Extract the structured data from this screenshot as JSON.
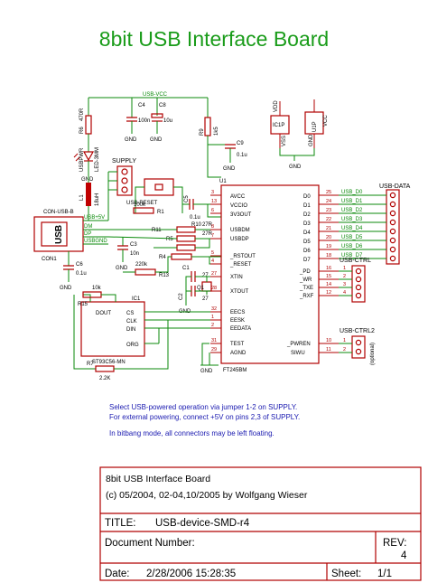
{
  "title": "8bit USB Interface Board",
  "components": {
    "r6": "R6",
    "r6_val": "470R",
    "led": "LED-3MM",
    "led_name": "USBPWR",
    "l1": "L1",
    "l1_val": "18uH",
    "c4": "C4",
    "c8": "C8",
    "c4_val": "100n",
    "c8_val": "10u",
    "r9": "R9",
    "r9_val": "1k5",
    "c9": "C9",
    "c9_val": "0.1u",
    "ic1p": "IC1P",
    "vdd": "VDD",
    "vss": "VSS",
    "u1p": "U1P",
    "vcc": "VCC",
    "gnd": "GND",
    "supply": "SUPPLY",
    "usb_reset": "USB-RESET",
    "r1": "R1",
    "r1_val": "100k",
    "c5": "C5",
    "c5_val": "0.1u",
    "r10": "R10",
    "r10_val": "27R",
    "r5": "R5",
    "r5_val": "27R",
    "r11": "R11",
    "c3": "C3",
    "c3_val": "10n",
    "r4": "R4",
    "r4_val": "220k",
    "r13": "R13",
    "c1": "C1",
    "c1_val": "27",
    "c2": "C2",
    "c2_val": "27",
    "q1": "Q1",
    "c6": "C6",
    "c6_val": "0.1u",
    "r15": "R15",
    "r15_val": "10k",
    "r7": "R7",
    "r7_val": "2.2K",
    "con_usb": "CON-USB-B",
    "con1": "CON1",
    "usb": "USB",
    "ic1": "IC1",
    "ic1_part": "ST93C56-MN",
    "ic1_pins": [
      "DOUT",
      "CS",
      "CLK",
      "DIN",
      "ORG"
    ],
    "u1": "U1",
    "u1_part": "FT245BM",
    "u1_left_pins": [
      "AVCC",
      "VCCIO",
      "3V3OUT",
      "USBDM",
      "USBDP",
      "_RSTOUT",
      "_RESET",
      "XTIN",
      "XTOUT",
      "EECS",
      "EESK",
      "EEDATA",
      "TEST",
      "AGND"
    ],
    "u1_right_pins": [
      "D0",
      "D1",
      "D2",
      "D3",
      "D4",
      "D5",
      "D6",
      "D7",
      "_PD",
      "_WR",
      "_TXE",
      "_RXF",
      "_PWREN",
      "SIWU"
    ],
    "usb_data": "USB-DATA",
    "usb_ctrl": "USB-CTRL",
    "usb_ctrl2": "USB-CTRL2",
    "optional": "(optional)",
    "usb_vcc": "USB-VCC",
    "bus_labels": [
      "USB_D0",
      "USB_D1",
      "USB_D2",
      "USB_D3",
      "USB_D4",
      "USB_D5",
      "USB_D6",
      "USB_D7"
    ],
    "usb_nets": [
      "USB+5V",
      "DM",
      "DP",
      "USBGND"
    ]
  },
  "notes": [
    "Select USB-powered operation via jumper 1-2 on SUPPLY.",
    "For external powering, connect +5V on pins 2,3 of SUPPLY.",
    "In bitbang mode, all connectors may be left floating."
  ],
  "title_block": {
    "board_name": "8bit USB Interface Board",
    "copyright": "(c) 05/2004, 02-04,10/2005 by Wolfgang Wieser",
    "title_label": "TITLE:",
    "title_value": "USB-device-SMD-r4",
    "doc_label": "Document Number:",
    "rev_label": "REV:",
    "rev_value": "4",
    "date_label": "Date:",
    "date_value": "2/28/2006 15:28:35",
    "sheet_label": "Sheet:",
    "sheet_value": "1/1"
  }
}
